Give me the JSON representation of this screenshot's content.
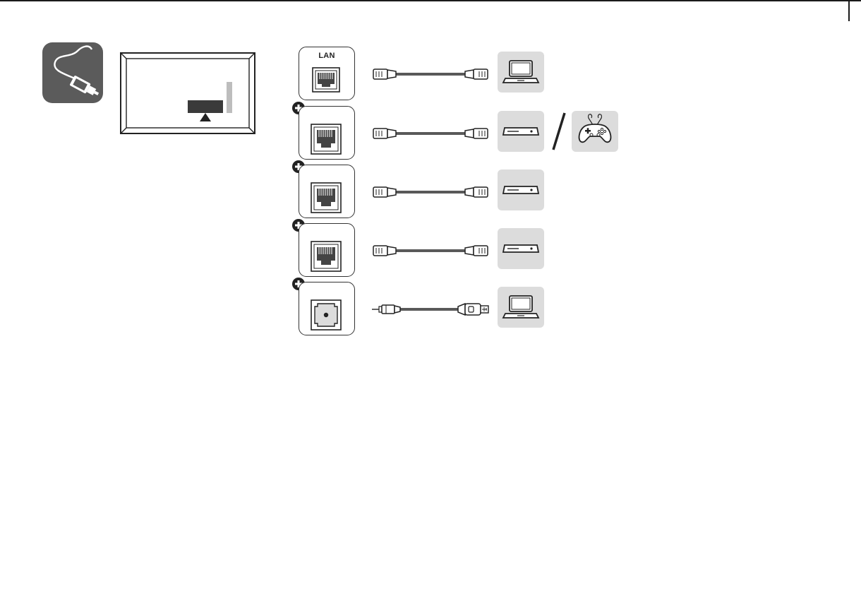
{
  "ports": [
    {
      "id": "lan",
      "label": "LAN",
      "has_plus": false,
      "jack": "rj45",
      "cable": "network",
      "devices": [
        "laptop-icon"
      ]
    },
    {
      "id": "port-2",
      "label": "",
      "has_plus": true,
      "jack": "rj45",
      "cable": "network",
      "devices": [
        "media-player-icon",
        "game-controller-icon"
      ]
    },
    {
      "id": "port-3",
      "label": "",
      "has_plus": true,
      "jack": "rj45",
      "cable": "network",
      "devices": [
        "media-player-icon"
      ]
    },
    {
      "id": "port-4",
      "label": "",
      "has_plus": true,
      "jack": "rj45",
      "cable": "network",
      "devices": [
        "media-player-icon"
      ]
    },
    {
      "id": "port-5",
      "label": "",
      "has_plus": true,
      "jack": "serial",
      "cable": "audio-to-usb",
      "devices": [
        "laptop-icon"
      ]
    }
  ],
  "colors": {
    "badge": "#5b5b5b",
    "device_tile": "#dcdcdc",
    "line": "#222222",
    "port_block": "#444444"
  }
}
